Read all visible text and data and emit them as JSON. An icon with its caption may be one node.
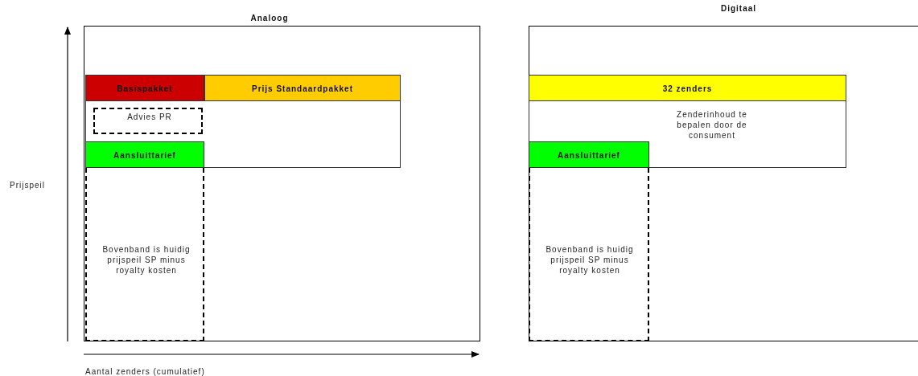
{
  "diagram": {
    "nodes": [
      {
        "text": [
          "Analoog"
        ]
      },
      {
        "text": [],
        "shape": "box",
        "in": 0
      },
      {
        "text": [
          "Basispakket"
        ],
        "in": 1
      },
      {
        "text": [
          "Prijs Standaardpakket"
        ],
        "in": 1
      },
      {
        "text": [
          "Advies PR"
        ],
        "in": 1
      },
      {
        "text": [
          "Aansluittarief"
        ],
        "in": 1
      },
      {
        "text": [
          "Bovenband is huidig prijspeil SP minus royalty kosten"
        ],
        "in": 0
      },
      {
        "text": [
          "Digitaal"
        ]
      },
      {
        "text": [
          "Zenderinhoud te bepalen door de consument"
        ],
        "in": 7
      },
      {
        "text": [
          "32 zenders"
        ],
        "in": 8
      },
      {
        "text": [
          "Aansluittarief"
        ],
        "in": 8
      },
      {
        "text": [
          "Bovenband is huidig prijspeil SP minus royalty kosten"
        ],
        "in": 7
      }
    ],
    "labels": [
      "Prijspeil",
      "Aantal zenders (cumulatief)"
    ]
  }
}
